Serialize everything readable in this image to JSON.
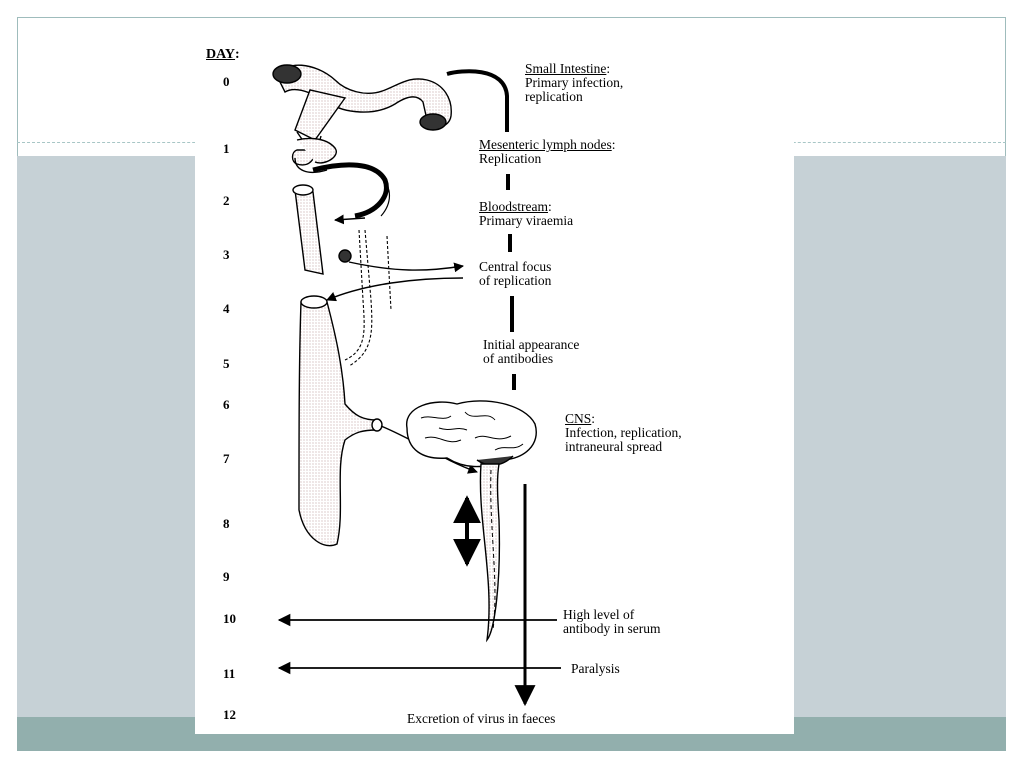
{
  "figure": {
    "day_heading": "DAY",
    "day_heading_suffix": ":",
    "days": [
      "0",
      "1",
      "2",
      "3",
      "4",
      "5",
      "6",
      "7",
      "8",
      "9",
      "10",
      "11",
      "12"
    ]
  },
  "stages": [
    {
      "title": "Small Intestine",
      "suffix": ":",
      "lines": [
        "Primary infection,",
        "replication"
      ]
    },
    {
      "title": "Mesenteric lymph nodes",
      "suffix": ":",
      "lines": [
        "Replication"
      ]
    },
    {
      "title": "Bloodstream",
      "suffix": ":",
      "lines": [
        "Primary viraemia"
      ]
    },
    {
      "title": "",
      "suffix": "",
      "lines": [
        "Central focus",
        "of replication"
      ]
    },
    {
      "title": "",
      "suffix": "",
      "lines": [
        "Initial appearance",
        "of antibodies"
      ]
    },
    {
      "title": "CNS",
      "suffix": ":",
      "lines": [
        "Infection, replication,",
        "intraneural spread"
      ]
    },
    {
      "title": "",
      "suffix": "",
      "lines": [
        "High level of",
        "antibody in serum"
      ]
    },
    {
      "title": "",
      "suffix": "",
      "lines": [
        "Paralysis"
      ]
    },
    {
      "title": "",
      "suffix": "",
      "lines": [
        "Excretion of virus in faeces"
      ]
    }
  ]
}
